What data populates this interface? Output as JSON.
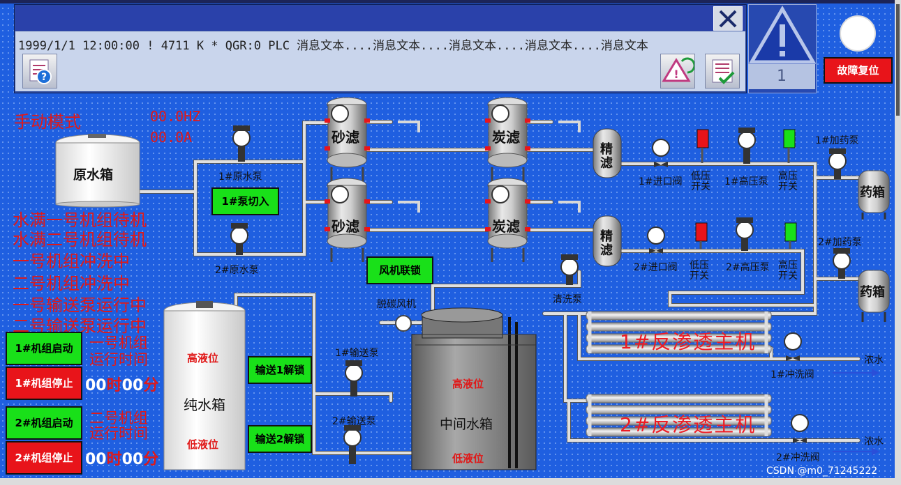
{
  "alarm_window": {
    "message_line": "1999/1/1 12:00:00 ! 4711 K * QGR:0 PLC 消息文本....消息文本....消息文本....消息文本....消息文本",
    "count": "1"
  },
  "buttons": {
    "fault_reset": "故障复位",
    "pump1_switch": "1#泵切入",
    "fan_interlock": "风机联锁",
    "transfer1_unlock": "输送1解锁",
    "transfer2_unlock": "输送2解锁",
    "unit1_start": "1#机组启动",
    "unit1_stop": "1#机组停止",
    "unit2_start": "2#机组启动",
    "unit2_stop": "2#机组停止"
  },
  "status": {
    "mode": "手动模式",
    "frequency": "00.0HZ",
    "current": "00.0A",
    "messages": [
      "水满一号机组待机",
      "水满二号机组待机",
      "一号机组冲洗中",
      "二号机组冲洗中",
      "一号输送泵运行中",
      "二号输送泵运行中"
    ]
  },
  "runtime": {
    "unit1_label_line1": "一号机组",
    "unit1_label_line2": "运行时间",
    "unit1_hours": "00",
    "unit1_minutes": "00",
    "unit2_label_line1": "二号机组",
    "unit2_label_line2": "运行时间",
    "unit2_hours": "00",
    "unit2_minutes": "00",
    "hour_unit": "时",
    "minute_unit": "分"
  },
  "tanks": {
    "raw": "原水箱",
    "pure": "纯水箱",
    "intermediate": "中间水箱",
    "dosing": "药箱",
    "high_level": "高液位",
    "low_level": "低液位"
  },
  "filters": {
    "sand": "砂滤",
    "carbon": "炭滤",
    "fine": "精滤"
  },
  "labels": {
    "raw_pump1": "1#原水泵",
    "raw_pump2": "2#原水泵",
    "inlet_valve1": "1#进口阀",
    "inlet_valve2": "2#进口阀",
    "low_pressure_switch": [
      "低压",
      "开关"
    ],
    "high_pressure_switch": [
      "高压",
      "开关"
    ],
    "hp_pump1": "1#高压泵",
    "hp_pump2": "2#高压泵",
    "dosing_pump1": "1#加药泵",
    "dosing_pump2": "2#加药泵",
    "wash_pump": "清洗泵",
    "decarb_fan": "脱碳风机",
    "transfer_pump1": "1#输送泵",
    "transfer_pump2": "2#输送泵",
    "flush_valve1": "1#冲洗阀",
    "flush_valve2": "2#冲洗阀",
    "concentrate1": "浓水",
    "concentrate2": "浓水",
    "ro_unit1": "1#反渗透主机",
    "ro_unit2": "2#反渗透主机"
  },
  "watermark": "CSDN @m0_71245222",
  "colors": {
    "background": "#1f5fe0",
    "alarm_red": "#e01818",
    "button_green": "#19e019",
    "button_red": "#e8141a",
    "pipe": "#d8d8d8",
    "pressure_low_indicator": "#e8141a",
    "pressure_high_indicator": "#19e019"
  },
  "icons": [
    "close-icon",
    "help-icon",
    "acknowledge-icon",
    "alarm-list-icon",
    "warning-icon"
  ]
}
